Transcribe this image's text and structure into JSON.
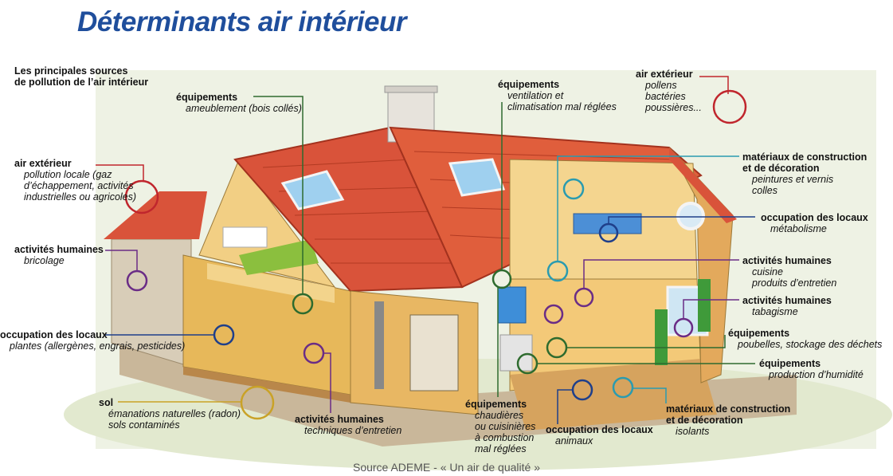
{
  "title": "Déterminants air intérieur",
  "intro": [
    "Les principales sources",
    "de pollution de l’air intérieur"
  ],
  "labels": [
    {
      "head": "équipements",
      "sub": [
        "ameublement (bois collés)"
      ]
    },
    {
      "head": "équipements",
      "sub": [
        "ventilation et",
        "climatisation mal réglées"
      ]
    },
    {
      "head": "air extérieur",
      "sub": [
        "pollens",
        "bactéries",
        "poussières..."
      ]
    },
    {
      "head": "air extérieur",
      "sub": [
        "pollution locale (gaz",
        "d’échappement, activités",
        "industrielles ou agricoles)"
      ]
    },
    {
      "head": "matériaux de construction",
      "head2": "et de décoration",
      "sub": [
        "peintures et vernis",
        "colles"
      ]
    },
    {
      "head": "occupation des locaux",
      "sub": [
        "métabolisme"
      ]
    },
    {
      "head": "activités humaines",
      "sub": [
        "bricolage"
      ]
    },
    {
      "head": "activités humaines",
      "sub": [
        "cuisine",
        "produits d’entretien"
      ]
    },
    {
      "head": "activités humaines",
      "sub": [
        "tabagisme"
      ]
    },
    {
      "head": "occupation des locaux",
      "sub": [
        "plantes (allergènes, engrais, pesticides)"
      ]
    },
    {
      "head": "équipements",
      "sub": [
        "poubelles, stockage des déchets"
      ]
    },
    {
      "head": "équipements",
      "sub": [
        "production d’humidité"
      ]
    },
    {
      "head": "sol",
      "sub": [
        "émanations naturelles (radon)",
        "sols contaminés"
      ]
    },
    {
      "head": "activités humaines",
      "sub": [
        "techniques d’entretien"
      ]
    },
    {
      "head": "équipements",
      "sub": [
        "chaudières",
        "ou cuisinières",
        "à combustion",
        "mal réglées"
      ]
    },
    {
      "head": "occupation des locaux",
      "sub": [
        "animaux"
      ]
    },
    {
      "head": "matériaux de construction",
      "head2": "et de décoration",
      "sub": [
        "isolants"
      ]
    }
  ],
  "source": "Source ADEME - « Un air de qualité »",
  "colors": {
    "title": "#1f4e9c",
    "air": "#c0262d",
    "equipment": "#2e6b2e",
    "occupation": "#1f3f8a",
    "activity": "#6a2c86",
    "materials": "#2a9bb0",
    "soil": "#c9a227"
  }
}
